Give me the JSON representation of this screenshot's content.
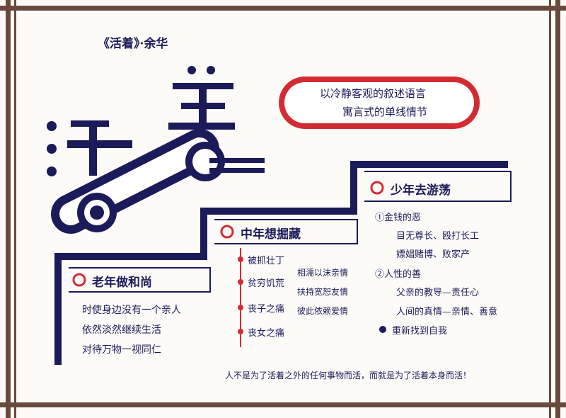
{
  "header": {
    "book": "《活着》·余华"
  },
  "title_art": {
    "word": "活着"
  },
  "capsule": {
    "line1": "以冷静客观的叙述语言",
    "line2": "寓言式的单线情节"
  },
  "stages": {
    "old": {
      "title": "老年做和尚",
      "lines": [
        "时使身边没有一个亲人",
        "依然淡然继续生活",
        "对待万物一视同仁"
      ]
    },
    "middle": {
      "title": "中年想掘藏",
      "timeline": [
        "被抓壮丁",
        "贫穷饥荒",
        "丧子之痛",
        "丧女之痛"
      ],
      "results": [
        "相濡以沫亲情",
        "扶持宽恕友情",
        "彼此依赖爱情"
      ]
    },
    "young": {
      "title": "少年去游荡",
      "point1": "①金钱的恶",
      "point1_lines": [
        "目无尊长、殴打长工",
        "嫖娼赌博、败家产"
      ],
      "point2": "②人性的善",
      "point2_lines": [
        "父亲的教导—责任心",
        "人间的真情—亲情、善意"
      ],
      "point3": "重新找到自我"
    }
  },
  "conclusion": "人不是为了活着之外的任何事物而活，而就是为了活着本身而活！",
  "colors": {
    "navy": "#1b1b5a",
    "red": "#d42b33",
    "frame": "#6b4a3e"
  }
}
